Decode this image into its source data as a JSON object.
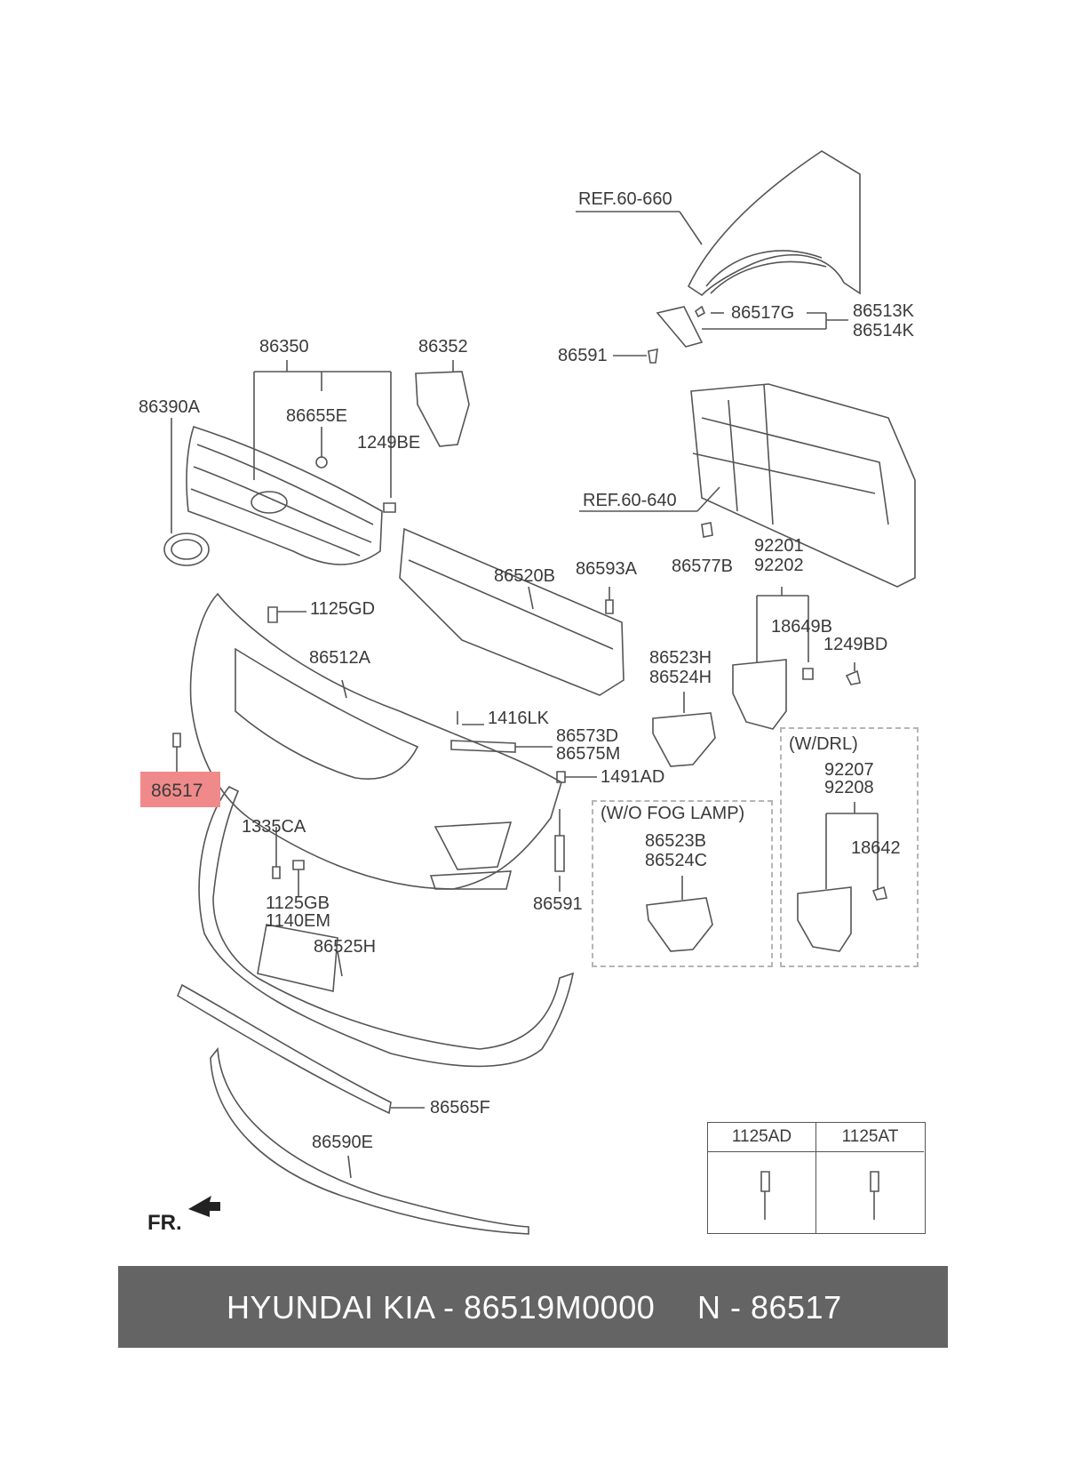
{
  "labels": {
    "ref_60_660": "REF.60-660",
    "ref_60_640": "REF.60-640",
    "p86517G": "86517G",
    "p86513K": "86513K",
    "p86514K": "86514K",
    "p86591_top": "86591",
    "p86350": "86350",
    "p86352": "86352",
    "p86390A": "86390A",
    "p86655E": "86655E",
    "p1249BE": "1249BE",
    "p86520B": "86520B",
    "p86593A": "86593A",
    "p86577B": "86577B",
    "p92201": "92201",
    "p92202": "92202",
    "p18649B": "18649B",
    "p1249BD": "1249BD",
    "p1125GD": "1125GD",
    "p86512A": "86512A",
    "p86523H": "86523H",
    "p86524H": "86524H",
    "p1416LK": "1416LK",
    "p86573D": "86573D",
    "p86575M": "86575M",
    "p1491AD": "1491AD",
    "p1335CA": "1335CA",
    "p1125GB": "1125GB",
    "p1140EM": "1140EM",
    "p86591_bottom": "86591",
    "p86525H": "86525H",
    "p86565F": "86565F",
    "p86590E": "86590E",
    "p86523B": "86523B",
    "p86524C": "86524C",
    "p92207": "92207",
    "p92208": "92208",
    "p18642": "18642"
  },
  "highlighted_part": "86517",
  "boxes": {
    "wo_fog_lamp": "(W/O FOG LAMP)",
    "w_drl": "(W/DRL)"
  },
  "fastener_table": {
    "col1": "1125AD",
    "col2": "1125AT"
  },
  "direction_label": "FR.",
  "footer": {
    "brand_part": "HYUNDAI  KIA - 86519M0000",
    "ref_part": "N - 86517"
  },
  "colors": {
    "highlight": "#f08a8a",
    "footer_bg": "#646464",
    "line": "#555555"
  }
}
